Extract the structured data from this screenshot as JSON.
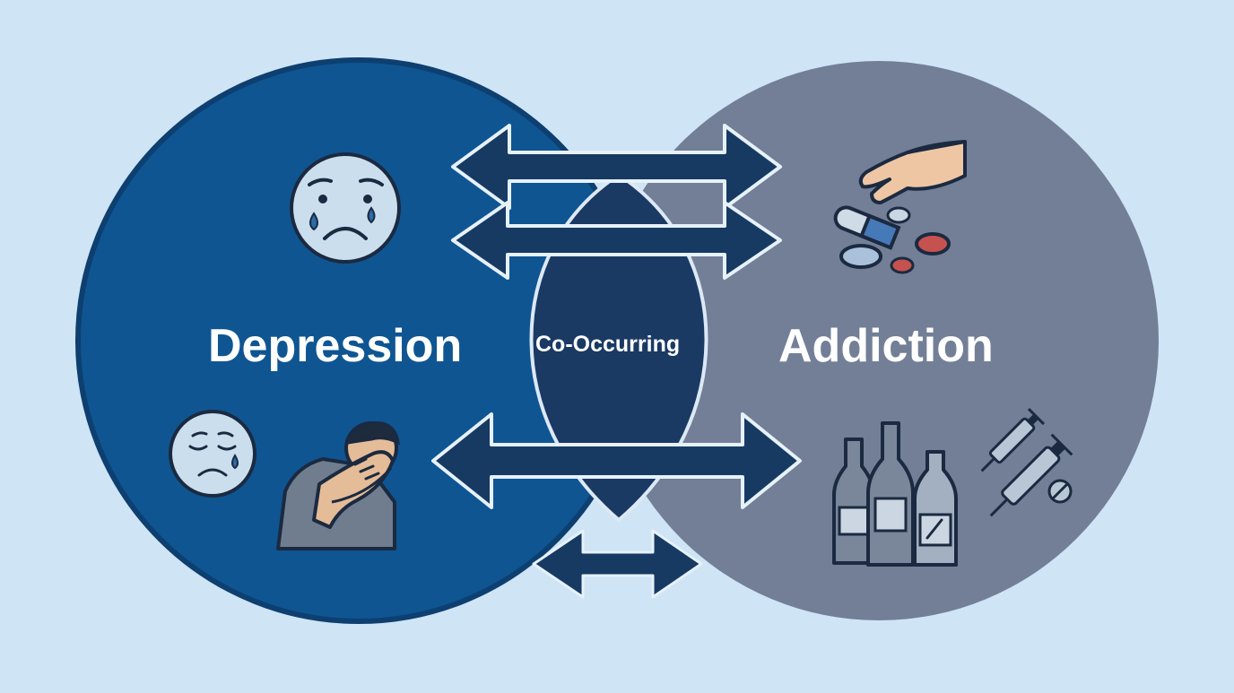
{
  "diagram": {
    "left_label": "Depression",
    "right_label": "Addiction",
    "overlap_label": "Co-Occurring"
  },
  "colors": {
    "background": "#cfe4f4",
    "left_circle": "#0f5592",
    "left_circle_border": "#0d3f70",
    "right_circle": "#727f97",
    "overlap": "#17375f",
    "arrow_fill": "#173a63",
    "arrow_outline": "#e6f1fa",
    "icon_face": "#cbdeee",
    "icon_stroke": "#1b2a40"
  },
  "icons": {
    "left": [
      "crying-face-icon",
      "sad-face-icon",
      "distressed-person-icon"
    ],
    "right": [
      "hand-with-pills-icon",
      "pills-icon",
      "alcohol-bottles-icon",
      "syringes-icon"
    ]
  },
  "arrows": [
    "bidirectional-arrow-top-1",
    "bidirectional-arrow-top-2",
    "bidirectional-arrow-middle",
    "bidirectional-arrow-bottom"
  ]
}
